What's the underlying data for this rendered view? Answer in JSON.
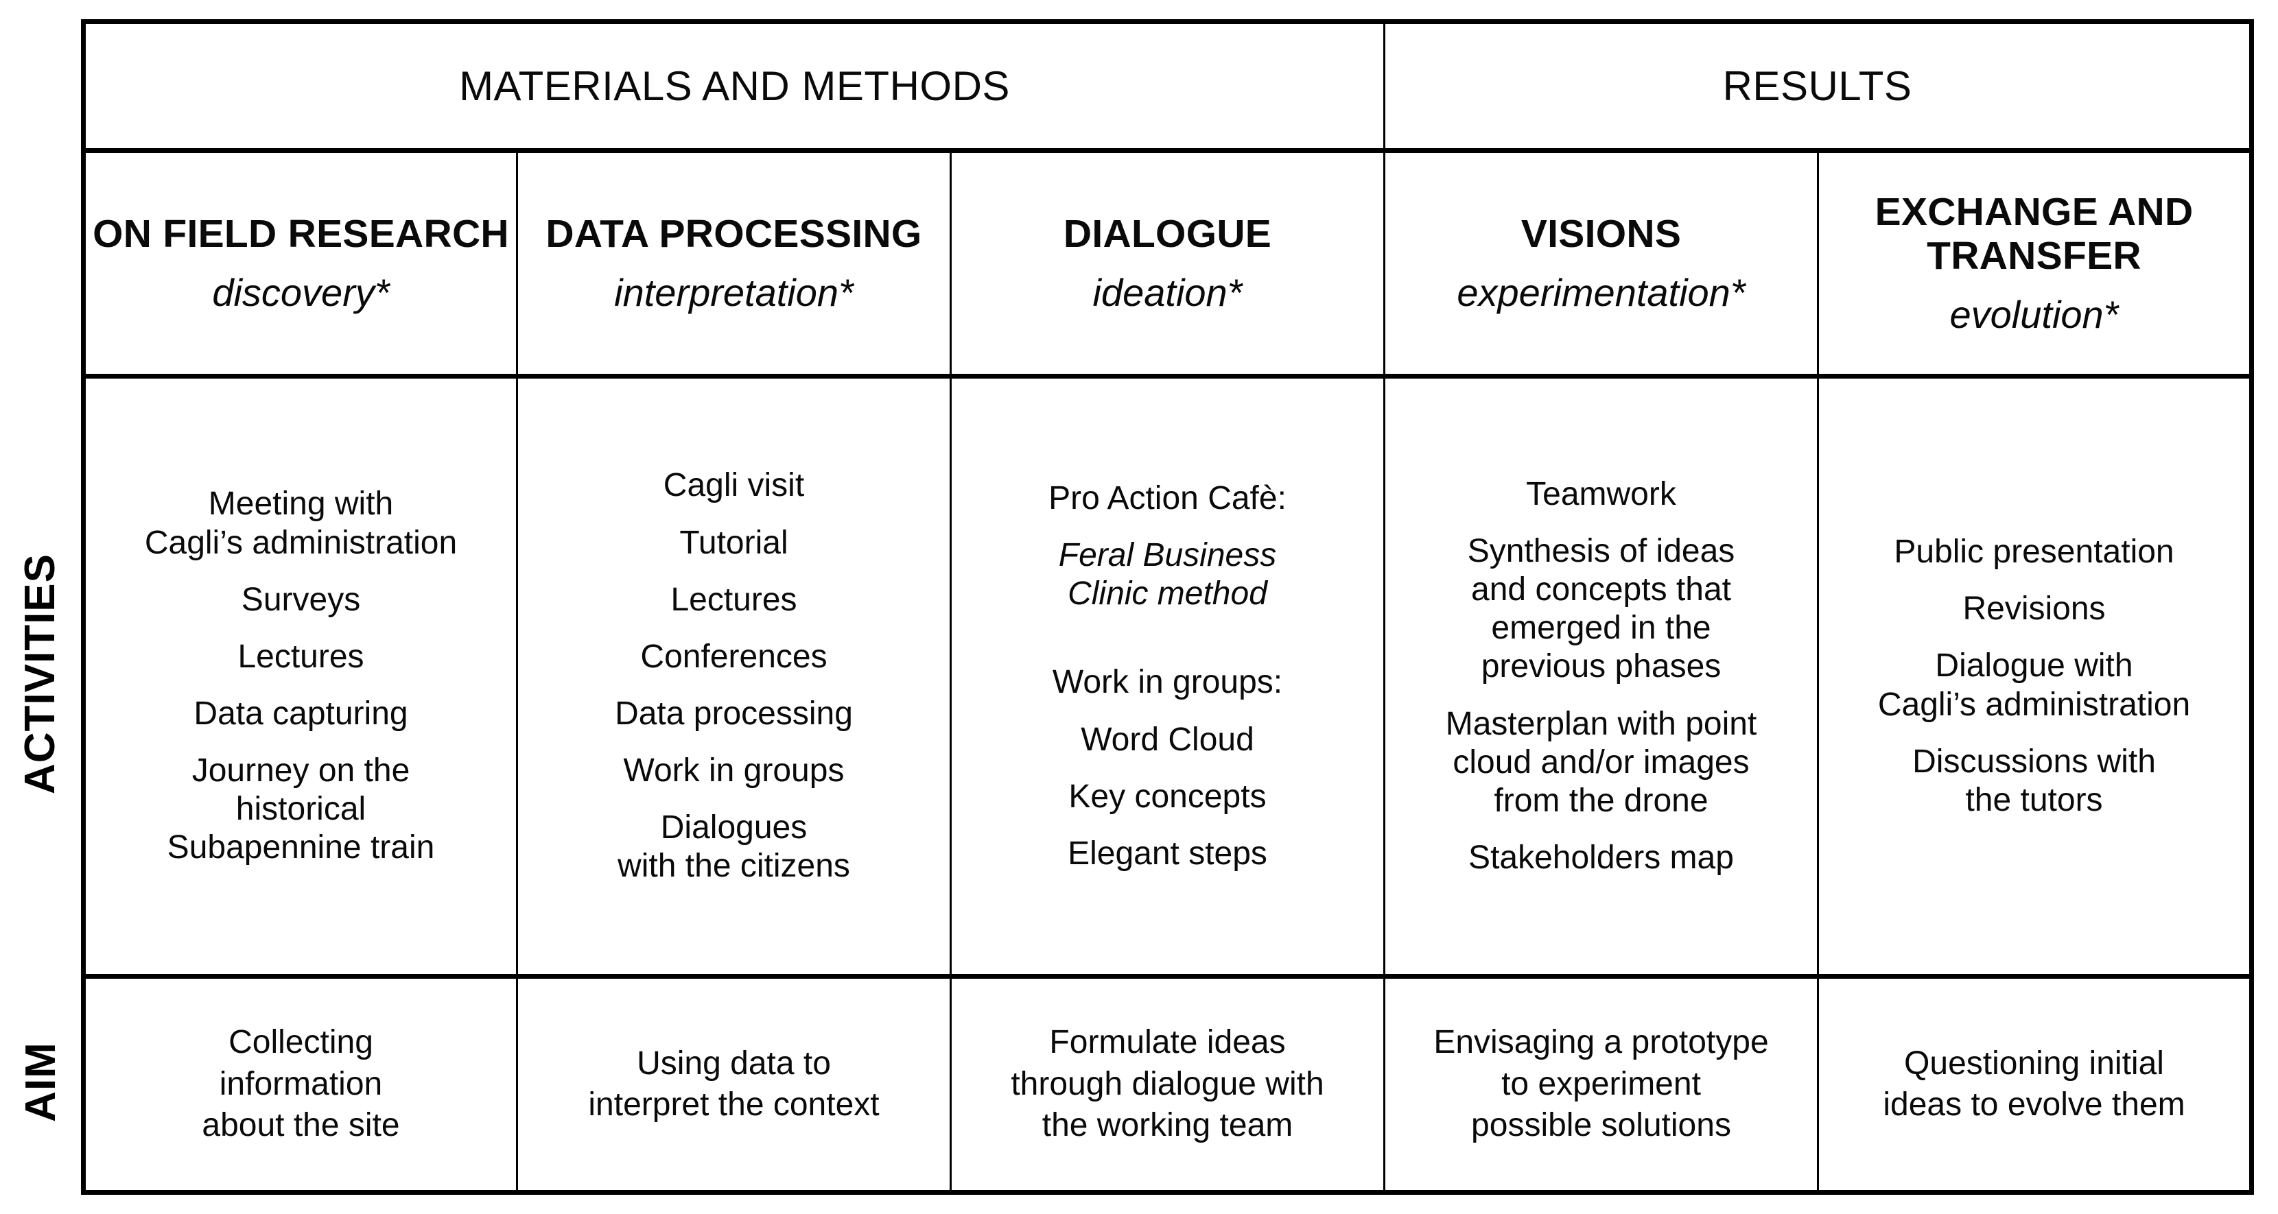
{
  "table": {
    "row_labels": {
      "activities": "ACTIVITIES",
      "aim": "AIM"
    },
    "groups": [
      {
        "label": "MATERIALS AND METHODS",
        "span": 3
      },
      {
        "label": "RESULTS",
        "span": 2
      }
    ],
    "phases": [
      {
        "title": "ON FIELD RESEARCH",
        "subtitle": "discovery*"
      },
      {
        "title": "DATA PROCESSING",
        "subtitle": "interpretation*"
      },
      {
        "title": "DIALOGUE",
        "subtitle": "ideation*"
      },
      {
        "title": "VISIONS",
        "subtitle": "experimentation*"
      },
      {
        "title": "EXCHANGE AND TRANSFER",
        "subtitle": "evolution*"
      }
    ],
    "activities": [
      [
        "Meeting with\nCagli’s administration",
        "Surveys",
        "Lectures",
        "Data capturing",
        "Journey on the\nhistorical\nSubapennine train"
      ],
      [
        "Cagli visit",
        "Tutorial",
        "Lectures",
        "Conferences",
        "Data processing",
        "Work in groups",
        "Dialogues\nwith the citizens"
      ],
      [
        "Pro Action Cafè:",
        "Feral Business\nClinic method",
        "",
        "Work in groups:",
        "Word Cloud",
        "Key concepts",
        "Elegant steps"
      ],
      [
        "Teamwork",
        "Synthesis of ideas\nand concepts that\nemerged in the\nprevious phases",
        "Masterplan with point\ncloud and/or images\nfrom the drone",
        "Stakeholders map"
      ],
      [
        "Public presentation",
        "Revisions",
        "Dialogue with\nCagli’s administration",
        "Discussions with\nthe tutors"
      ]
    ],
    "aims": [
      "Collecting\ninformation\nabout the site",
      "Using data to\ninterpret the context",
      "Formulate ideas\nthrough dialogue with\nthe working team",
      "Envisaging a prototype\nto experiment\npossible solutions",
      "Questioning initial\nideas to evolve them"
    ]
  },
  "colors": {
    "border": "#000000",
    "text": "#0a0a0a",
    "background": "#ffffff"
  }
}
